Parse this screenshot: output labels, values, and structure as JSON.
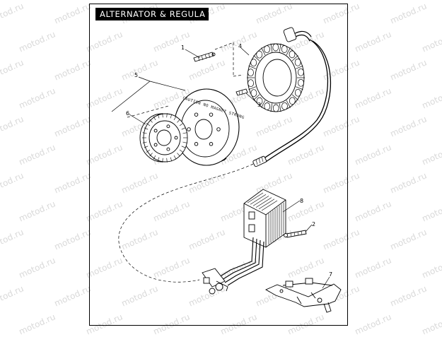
{
  "title": "ALTERNATOR & REGULA TOR",
  "watermark": "motod.ru",
  "callouts": {
    "c1": "1",
    "c2": "2",
    "c3": "3",
    "c4": "4",
    "c5": "5",
    "c6": "6",
    "c7": "7",
    "c8": "8"
  },
  "rotor_stamp": "CAUTION  NO  MAGNET  STRONG"
}
